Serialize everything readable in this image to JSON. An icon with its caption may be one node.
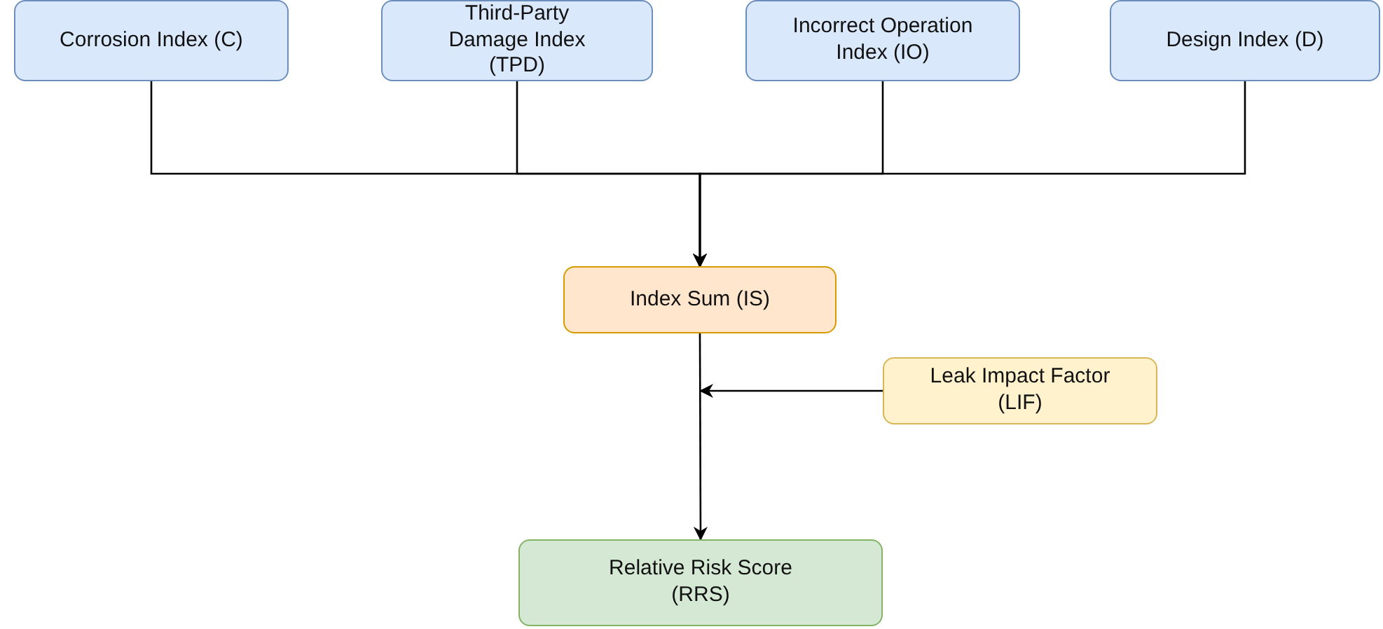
{
  "diagram": {
    "nodes": [
      {
        "text": [
          "Corrosion Index (C)"
        ]
      },
      {
        "text": [
          "Third-Party Damage Index (TPD)"
        ]
      },
      {
        "text": [
          "Incorrect Operation Index (IO)"
        ]
      },
      {
        "text": [
          "Design Index (D)"
        ]
      },
      {
        "text": [
          "Index Sum (IS)"
        ]
      },
      {
        "text": [
          "Leak Impact Factor (LIF)"
        ]
      },
      {
        "text": [
          "Relative Risk Score (RRS)"
        ]
      }
    ],
    "edges": [
      {
        "from": 0,
        "to": 4,
        "arrow": "to"
      },
      {
        "from": 1,
        "to": 4,
        "arrow": "to"
      },
      {
        "from": 2,
        "to": 4,
        "arrow": "to"
      },
      {
        "from": 3,
        "to": 4,
        "arrow": "to"
      },
      {
        "from": 4,
        "to": 6,
        "arrow": "to"
      },
      {
        "from": 5,
        "to": null,
        "arrow": "to"
      }
    ]
  }
}
